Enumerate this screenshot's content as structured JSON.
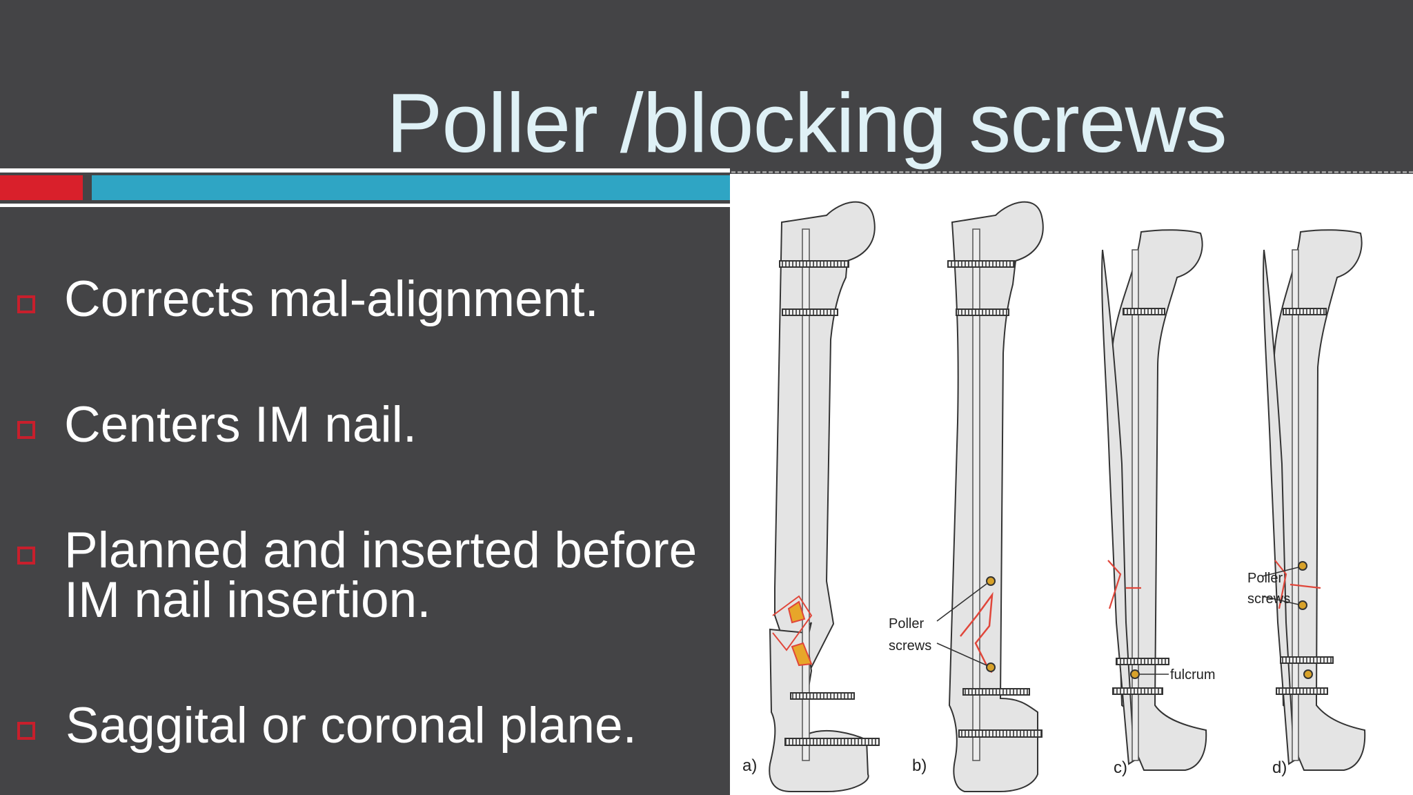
{
  "slide": {
    "title": "Poller /blocking screws",
    "bullets": [
      "Corrects  mal-alignment.",
      "Centers  IM nail.",
      "Planned and inserted before",
      "IM nail insertion.",
      " Saggital or coronal plane."
    ]
  },
  "figure": {
    "panel_labels": [
      "a)",
      "b)",
      "c)",
      "d)"
    ],
    "annotations": {
      "poller_b_line1": "Poller",
      "poller_b_line2": "screws",
      "poller_d_line1": "Poller",
      "poller_d_line2": "screws",
      "fulcrum": "fulcrum"
    }
  },
  "colors": {
    "background": "#444446",
    "title": "#dff1f6",
    "accent_red": "#d9202b",
    "accent_teal": "#2fa5c4",
    "fracture_line": "#e0463a",
    "screw_head": "#d8a22a"
  }
}
